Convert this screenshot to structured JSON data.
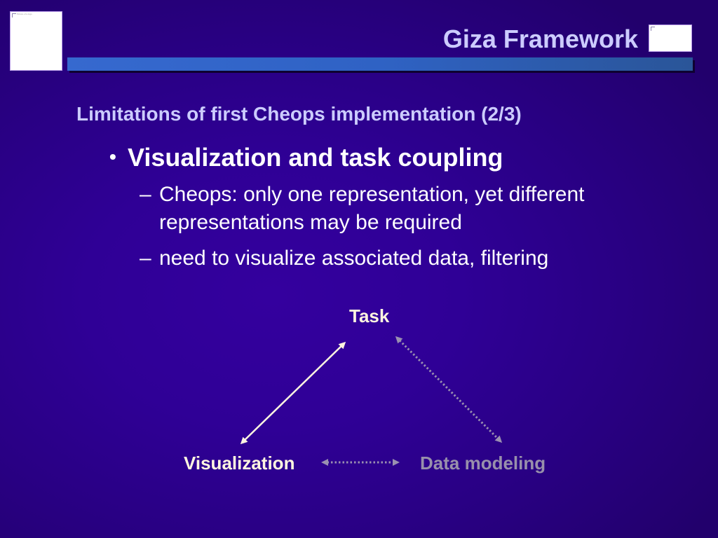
{
  "slide": {
    "title": "Giza Framework",
    "subtitle": "Limitations of first Cheops implementation (2/3)",
    "bullets": [
      {
        "marker": "•",
        "text": "Visualization and task coupling",
        "sub_bullets": [
          {
            "marker": "–",
            "text": "Cheops: only one representation, yet different representations may be required"
          },
          {
            "marker": "–",
            "text": "need to visualize associated data, filtering"
          }
        ]
      }
    ]
  },
  "images": {
    "logo_left": {
      "alt": "Picture of a logo"
    },
    "logo_right": {
      "alt": ""
    }
  },
  "diagram": {
    "nodes": {
      "task": "Task",
      "visualization": "Visualization",
      "data_modeling": "Data modeling"
    },
    "edges": [
      {
        "from": "visualization",
        "to": "task",
        "style": "solid",
        "direction": "both"
      },
      {
        "from": "task",
        "to": "data_modeling",
        "style": "dotted",
        "direction": "both"
      },
      {
        "from": "visualization",
        "to": "data_modeling",
        "style": "dotted",
        "direction": "both"
      }
    ]
  },
  "colors": {
    "background_center": "#34009e",
    "background_edge": "#22006c",
    "title_text": "#ccccff",
    "body_text": "#ffffff",
    "active_node": "#fff5e0",
    "inactive_node": "#9890ab",
    "title_bar": "#3366cc"
  }
}
